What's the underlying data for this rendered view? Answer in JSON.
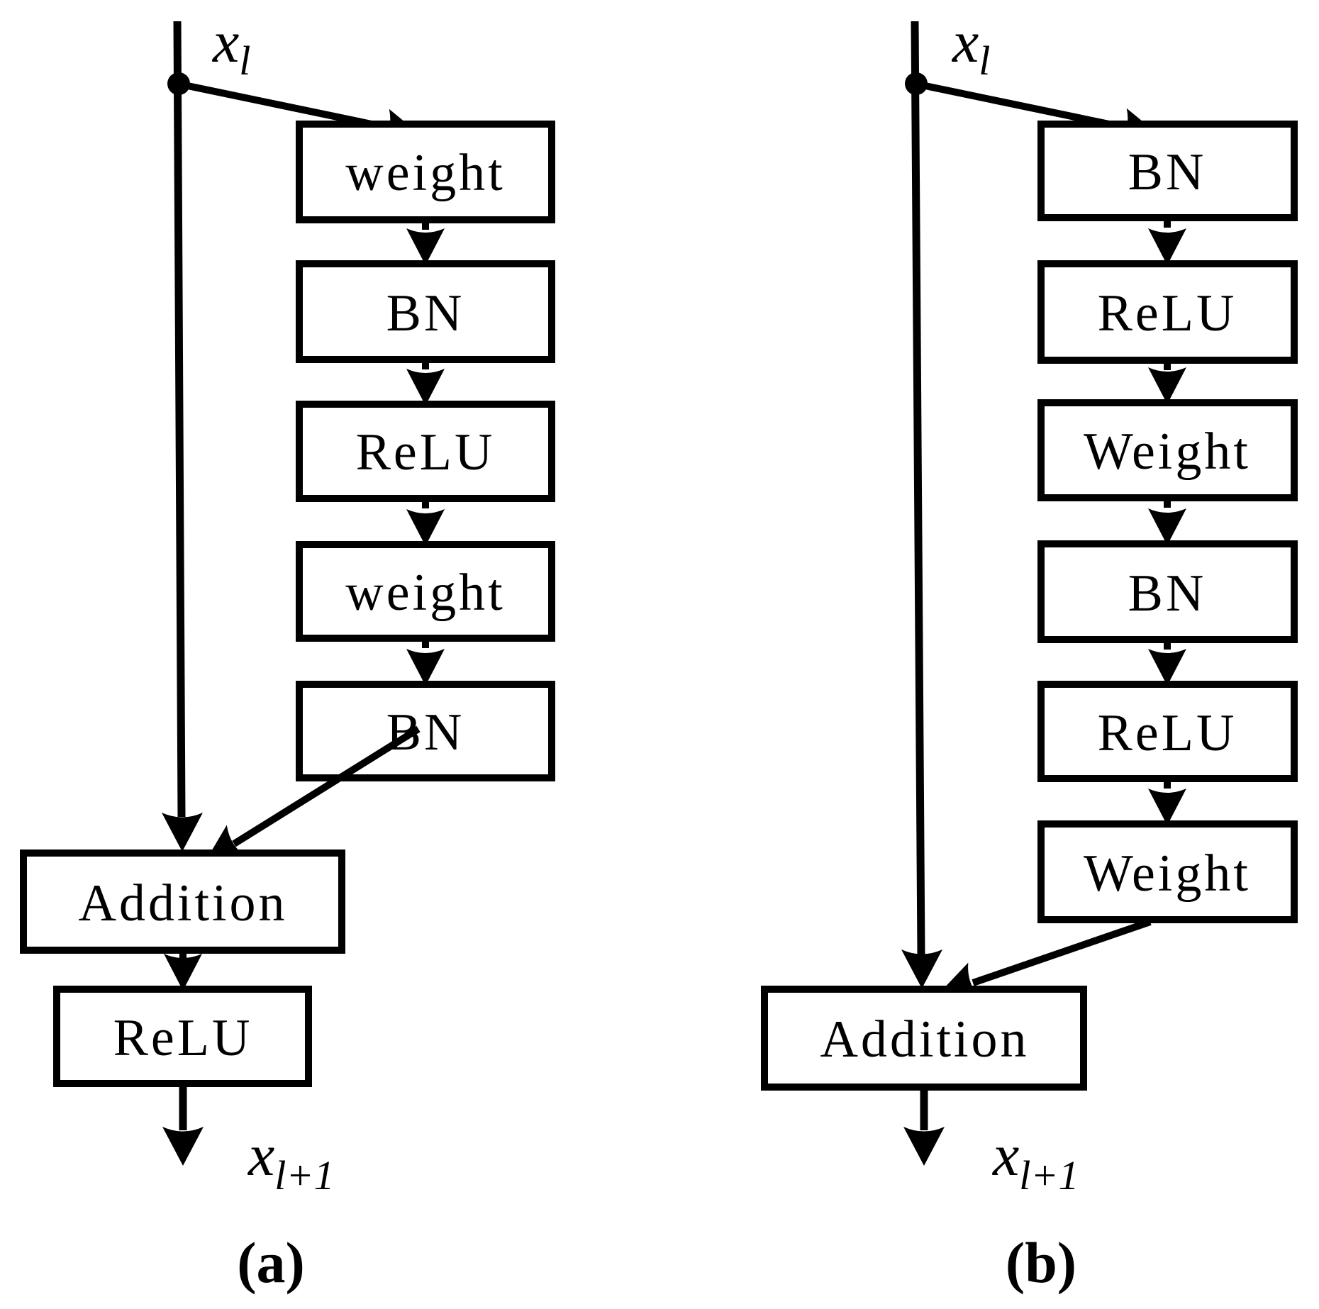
{
  "figure": {
    "background_color": "#ffffff",
    "line_color": "#000000"
  },
  "diagram_a": {
    "caption": "(a)",
    "input": {
      "var": "x",
      "sub": "l"
    },
    "output": {
      "var": "x",
      "sub": "l+1"
    },
    "boxes": [
      {
        "label": "weight"
      },
      {
        "label": "BN"
      },
      {
        "label": "ReLU"
      },
      {
        "label": "weight"
      },
      {
        "label": "BN"
      }
    ],
    "addition": {
      "label": "Addition"
    },
    "final_relu": {
      "label": "ReLU"
    }
  },
  "diagram_b": {
    "caption": "(b)",
    "input": {
      "var": "x",
      "sub": "l"
    },
    "output": {
      "var": "x",
      "sub": "l+1"
    },
    "boxes": [
      {
        "label": "BN"
      },
      {
        "label": "ReLU"
      },
      {
        "label": "Weight"
      },
      {
        "label": "BN"
      },
      {
        "label": "ReLU"
      },
      {
        "label": "Weight"
      }
    ],
    "addition": {
      "label": "Addition"
    }
  }
}
